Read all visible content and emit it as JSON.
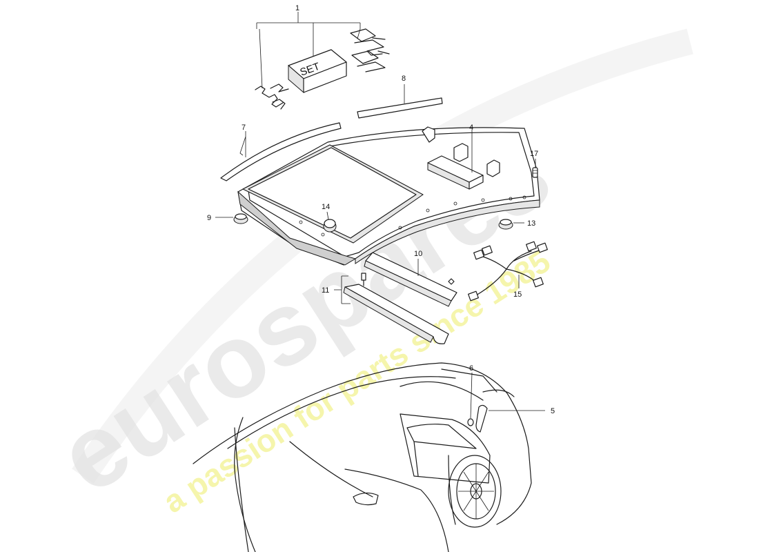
{
  "watermark": {
    "brand": "eurospares",
    "tagline": "a passion for parts since 1985",
    "brand_color": "#d9d9d9",
    "tagline_color": "#f2f29a"
  },
  "set_box_label": "SET",
  "callouts": [
    {
      "id": "1",
      "label": "1"
    },
    {
      "id": "4",
      "label": "4"
    },
    {
      "id": "5",
      "label": "5"
    },
    {
      "id": "6",
      "label": "6"
    },
    {
      "id": "7",
      "label": "7"
    },
    {
      "id": "8",
      "label": "8"
    },
    {
      "id": "9",
      "label": "9"
    },
    {
      "id": "10",
      "label": "10"
    },
    {
      "id": "11",
      "label": "11"
    },
    {
      "id": "13",
      "label": "13"
    },
    {
      "id": "14",
      "label": "14"
    },
    {
      "id": "15",
      "label": "15"
    },
    {
      "id": "17",
      "label": "17"
    }
  ]
}
